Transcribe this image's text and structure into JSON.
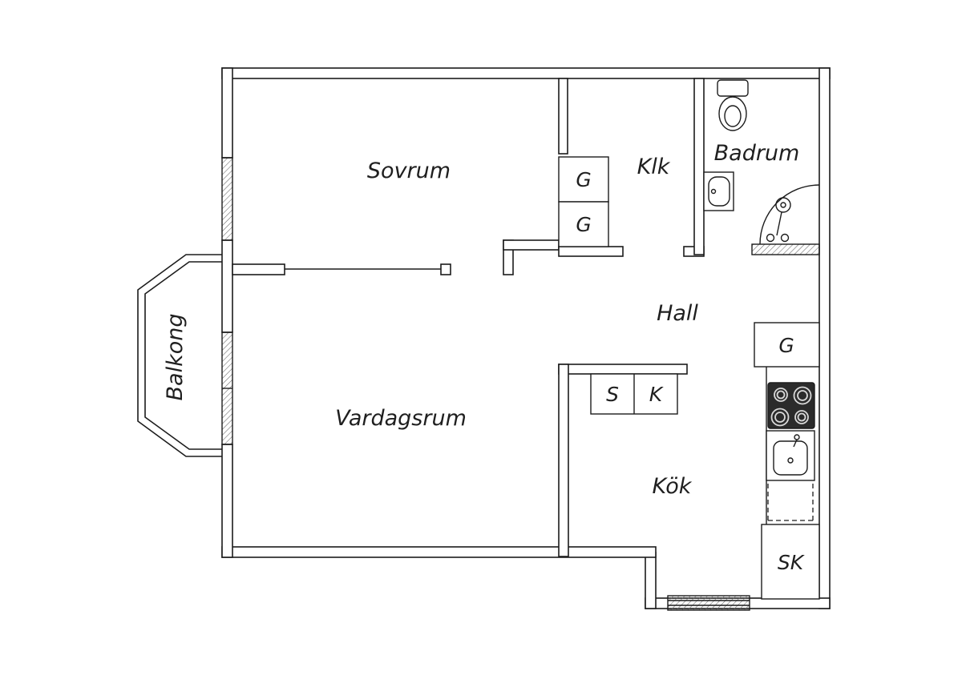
{
  "rooms": {
    "sovrum": {
      "label": "Sovrum"
    },
    "klk": {
      "label": "Klk"
    },
    "badrum": {
      "label": "Badrum"
    },
    "hall": {
      "label": "Hall"
    },
    "vardagsrum": {
      "label": "Vardagsrum"
    },
    "kok": {
      "label": "Kök"
    },
    "balkong": {
      "label": "Balkong"
    }
  },
  "storage": {
    "g1": {
      "label": "G"
    },
    "g2": {
      "label": "G"
    },
    "g3": {
      "label": "G"
    },
    "s": {
      "label": "S"
    },
    "k": {
      "label": "K"
    },
    "sk": {
      "label": "SK"
    }
  },
  "colors": {
    "wall": "#1c1c1c",
    "background": "#ffffff",
    "stove": "#2b2b2b",
    "window_hatch": "#666666"
  }
}
